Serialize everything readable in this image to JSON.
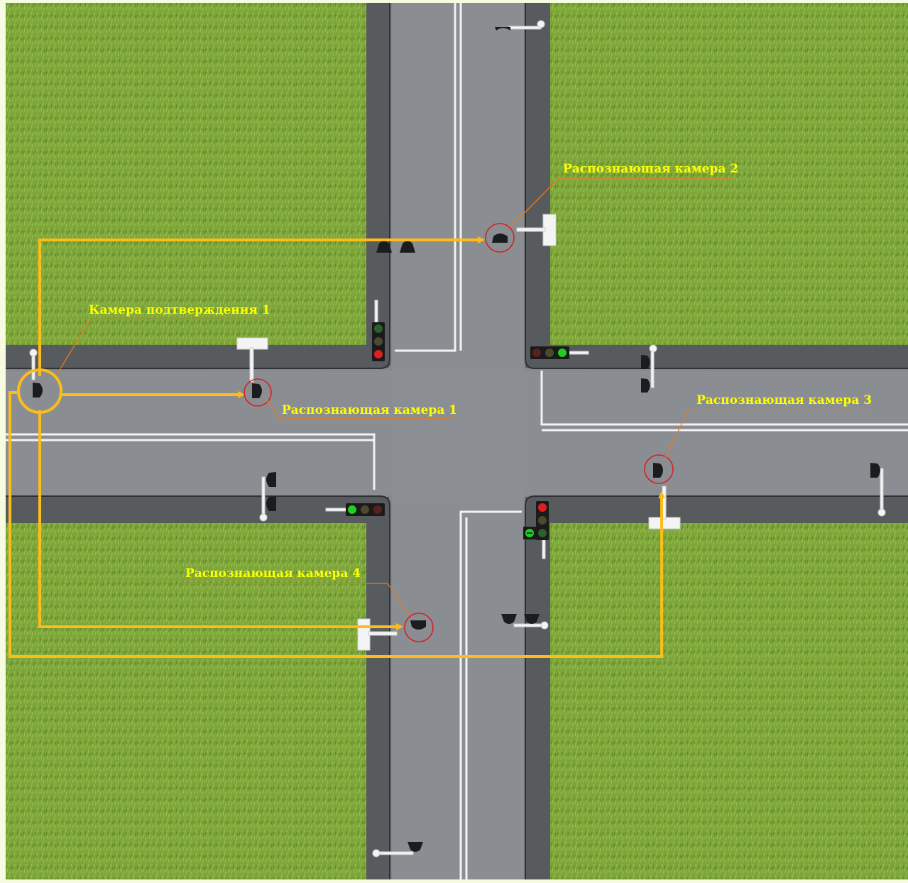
{
  "labels": {
    "confirm_camera_1": "Камера подтверждения 1",
    "recog_camera_1": "Распознающая камера 1",
    "recog_camera_2": "Распознающая камера 2",
    "recog_camera_3": "Распознающая камера 3",
    "recog_camera_4": "Распознающая камера 4"
  },
  "colors": {
    "grass": "#7fa63a",
    "road": "#868a8e",
    "road_edge": "#505356",
    "lane_marking": "#eeeeee",
    "arrow": "#fdbd19",
    "label_text": "#ffff00",
    "leader_line": "#e47b1f",
    "highlight_circle": "#d62027",
    "traffic_light_red": "#e02020",
    "traffic_light_green": "#22cc22",
    "traffic_light_off": "#4a4a2e"
  },
  "traffic_lights": [
    {
      "id": "tl-west-north",
      "state": "red"
    },
    {
      "id": "tl-north-east",
      "state": "green"
    },
    {
      "id": "tl-west-south",
      "state": "green"
    },
    {
      "id": "tl-south-east",
      "state": "red-with-green-arrow"
    }
  ]
}
